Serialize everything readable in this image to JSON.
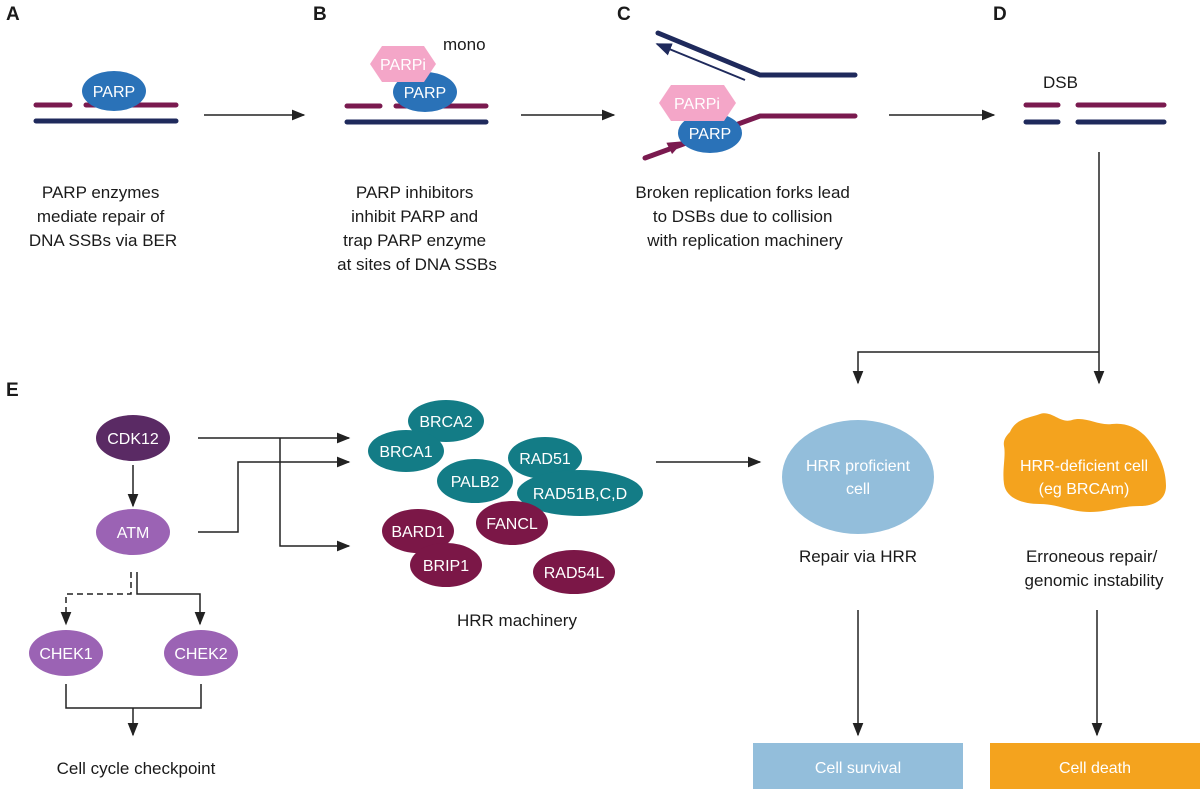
{
  "panels": {
    "a": "A",
    "b": "B",
    "c": "C",
    "d": "D",
    "e": "E"
  },
  "panel_a": {
    "parp": "PARP",
    "caption": [
      "PARP enzymes",
      "mediate repair of",
      "DNA SSBs via BER"
    ]
  },
  "panel_b": {
    "parpi": "PARPi",
    "parp": "PARP",
    "mono": "mono",
    "caption": [
      "PARP inhibitors",
      "inhibit PARP and",
      "trap PARP enzyme",
      "at sites of DNA SSBs"
    ]
  },
  "panel_c": {
    "parpi": "PARPi",
    "parp": "PARP",
    "caption": [
      "Broken replication forks lead",
      "to DSBs due to collision",
      "with replication machinery"
    ]
  },
  "panel_d": {
    "dsb": "DSB"
  },
  "panel_e": {
    "cdk12": "CDK12",
    "atm": "ATM",
    "chek1": "CHEK1",
    "chek2": "CHEK2",
    "checkpoint": "Cell cycle checkpoint",
    "hrr_teal": [
      "BRCA2",
      "BRCA1",
      "PALB2",
      "RAD51",
      "RAD51B,C,D"
    ],
    "hrr_maroon": [
      "BARD1",
      "BRIP1",
      "FANCL",
      "RAD54L"
    ],
    "hrr_machinery": "HRR machinery",
    "proficient": [
      "HRR proficient",
      "cell"
    ],
    "deficient": [
      "HRR-deficient cell",
      "(eg BRCAm)"
    ],
    "repair_hrr": "Repair via HRR",
    "erroneous": [
      "Erroneous repair/",
      "genomic instability"
    ],
    "survival": "Cell survival",
    "death": "Cell death"
  },
  "colors": {
    "navy": "#1f2a5c",
    "maroon": "#7a1a4f",
    "parp_blue": "#2a72b8",
    "parpi_pink": "#f4a6c8",
    "cdk12_purple": "#5a2a64",
    "atm_purple": "#9b63b4",
    "teal": "#137c86",
    "hrr_maroon": "#7b1747",
    "proficient_blue": "#93bedb",
    "deficient_orange": "#f4a31e"
  }
}
